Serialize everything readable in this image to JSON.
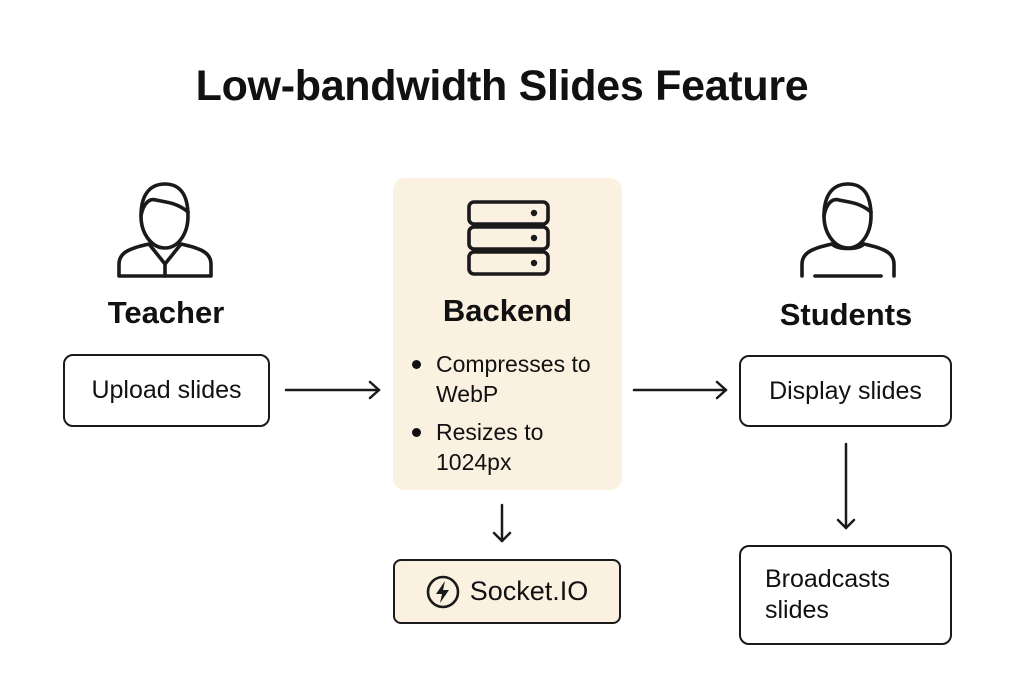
{
  "title": "Low-bandwidth Slides Feature",
  "colors": {
    "panel_fill": "#fbf1e1",
    "stroke": "#1a1a1a",
    "text": "#111111"
  },
  "teacher": {
    "label": "Teacher",
    "icon": "person-icon",
    "action": "Upload slides"
  },
  "backend": {
    "label": "Backend",
    "icon": "server-icon",
    "bullets": [
      "Compresses to WebP",
      "Resizes to 1024px"
    ]
  },
  "socket": {
    "label": "Socket.IO",
    "icon": "lightning-bolt-icon"
  },
  "students": {
    "label": "Students",
    "icon": "person-icon",
    "action": "Display slides",
    "next": "Broadcasts slides"
  }
}
